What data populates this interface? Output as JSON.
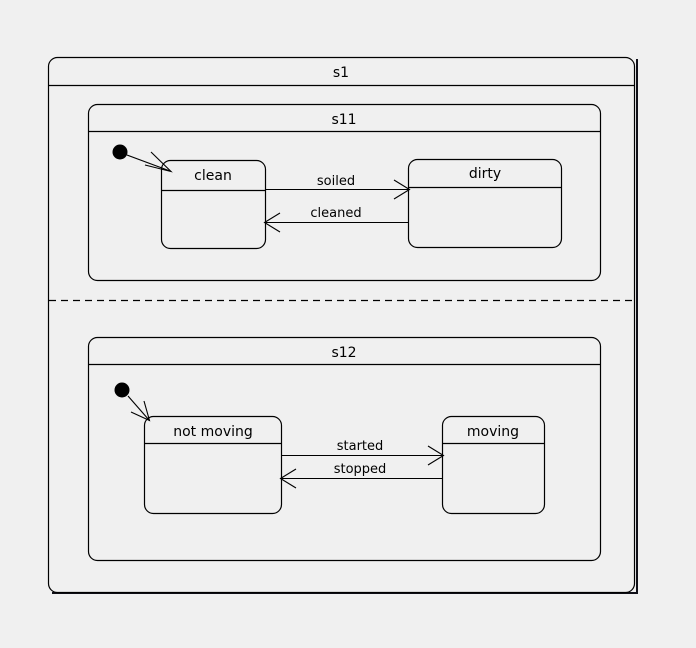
{
  "diagram": {
    "kind": "uml-state-machine",
    "background_color": "#f0f0f0",
    "line_color": "#000000",
    "fill_color": "#ffffff",
    "shadow_color": "#101018"
  },
  "composite_state": {
    "name": "s1",
    "region_separator": "dashed"
  },
  "regions": [
    {
      "name": "s11",
      "initial": {
        "label": "initial-state"
      },
      "states": [
        {
          "id": "clean",
          "label": "clean"
        },
        {
          "id": "dirty",
          "label": "dirty"
        }
      ],
      "transitions": [
        {
          "label": "soiled",
          "from": "clean",
          "to": "dirty",
          "direction": "right"
        },
        {
          "label": "cleaned",
          "from": "dirty",
          "to": "clean",
          "direction": "left"
        }
      ]
    },
    {
      "name": "s12",
      "initial": {
        "label": "initial-state"
      },
      "states": [
        {
          "id": "not-moving",
          "label": "not moving"
        },
        {
          "id": "moving",
          "label": "moving"
        }
      ],
      "transitions": [
        {
          "label": "started",
          "from": "not moving",
          "to": "moving",
          "direction": "right"
        },
        {
          "label": "stopped",
          "from": "moving",
          "to": "not moving",
          "direction": "left"
        }
      ]
    }
  ]
}
